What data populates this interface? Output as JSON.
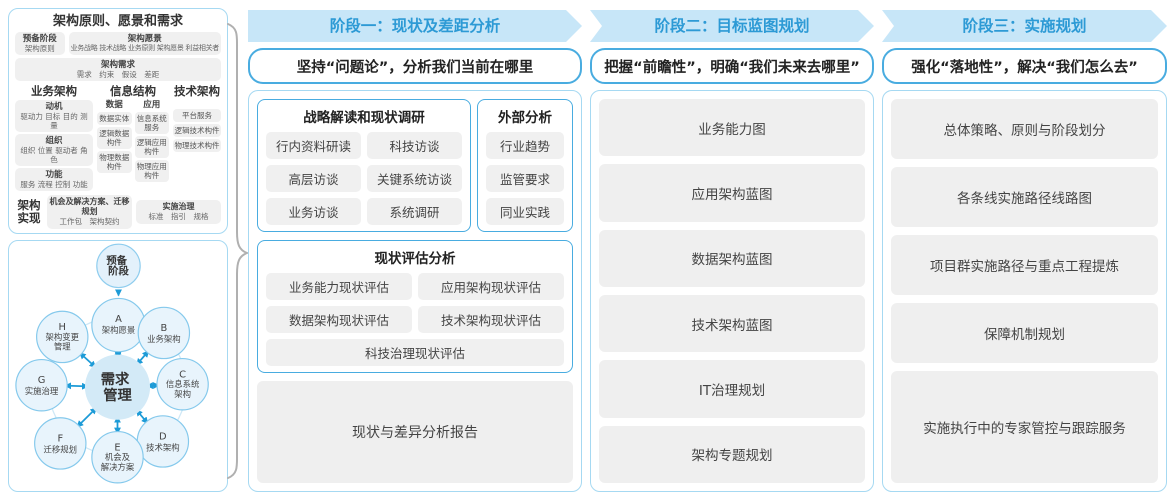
{
  "colors": {
    "accent_blue": "#2d9ad5",
    "banner_bg": "#c7e6f8",
    "panel_border": "#a6d9f2",
    "group_border": "#49ace0",
    "box_gray": "#f0f0f0",
    "arrow_blue": "#1d9bd7",
    "brace_gray": "#b0b0b0"
  },
  "framework": {
    "title": "架构原则、愿景和需求",
    "prep_title": "预备阶段",
    "prep_sub": "架构原则",
    "vision_title": "架构愿景",
    "vision_sub": "业务战略 技术战略 业务原则 架构愿景 利益相关者",
    "req_title": "架构需求",
    "req_sub": "需求　约束　假设　差距",
    "business_title": "业务架构",
    "business_items": [
      {
        "t": "动机",
        "s": "驱动力 目标 目的 测量"
      },
      {
        "t": "组织",
        "s": "组织 位置 驱动者 角色"
      },
      {
        "t": "功能",
        "s": "服务 流程 控制 功能"
      }
    ],
    "info_title": "信息结构",
    "data_title": "数据",
    "data_items": [
      "数据实体",
      "逻辑数据构件",
      "物理数据构件"
    ],
    "app_title": "应用",
    "app_items": [
      "信息系统服务",
      "逻辑应用构件",
      "物理应用构件"
    ],
    "tech_title": "技术架构",
    "tech_items": [
      "平台服务",
      "逻辑技术构件",
      "物理技术构件"
    ],
    "impl_title": "架构实现",
    "impl_box1_title": "机会及解决方案、迁移规划",
    "impl_box1_sub": "工作包　架构契约",
    "impl_box2_title": "实施治理",
    "impl_box2_sub": "标准　指引　规格"
  },
  "adm": {
    "prep_line1": "预备",
    "prep_line2": "阶段",
    "center_line1": "需求",
    "center_line2": "管理",
    "nodes": [
      {
        "letter": "A",
        "line1": "架构愿景",
        "line2": ""
      },
      {
        "letter": "B",
        "line1": "业务架构",
        "line2": ""
      },
      {
        "letter": "C",
        "line1": "信息系统",
        "line2": "架构"
      },
      {
        "letter": "D",
        "line1": "技术架构",
        "line2": ""
      },
      {
        "letter": "E",
        "line1": "机会及",
        "line2": "解决方案"
      },
      {
        "letter": "F",
        "line1": "迁移规划",
        "line2": ""
      },
      {
        "letter": "G",
        "line1": "实施治理",
        "line2": ""
      },
      {
        "letter": "H",
        "line1": "架构变更",
        "line2": "管理"
      }
    ]
  },
  "phases": [
    {
      "header": "阶段一：现状及差距分析",
      "subtitle": "坚持“问题论”，分析我们当前在哪里",
      "groups": [
        {
          "title": "战略解读和现状调研",
          "items": [
            "行内资料研读",
            "科技访谈",
            "高层访谈",
            "关键系统访谈",
            "业务访谈",
            "系统调研"
          ]
        },
        {
          "title": "外部分析",
          "items": [
            "行业趋势",
            "监管要求",
            "同业实践"
          ]
        },
        {
          "title": "现状评估分析",
          "items": [
            "业务能力现状评估",
            "应用架构现状评估",
            "数据架构现状评估",
            "技术架构现状评估",
            "科技治理现状评估"
          ]
        }
      ],
      "report": "现状与差异分析报告"
    },
    {
      "header": "阶段二：目标蓝图规划",
      "subtitle": "把握“前瞻性”，明确“我们未来去哪里”",
      "items": [
        "业务能力图",
        "应用架构蓝图",
        "数据架构蓝图",
        "技术架构蓝图",
        "IT治理规划",
        "架构专题规划"
      ]
    },
    {
      "header": "阶段三：实施规划",
      "subtitle": "强化“落地性”，解决“我们怎么去”",
      "items": [
        "总体策略、原则与阶段划分",
        "各条线实施路径线路图",
        "项目群实施路径与重点工程提炼",
        "保障机制规划",
        "实施执行中的专家管控与跟踪服务"
      ]
    }
  ]
}
